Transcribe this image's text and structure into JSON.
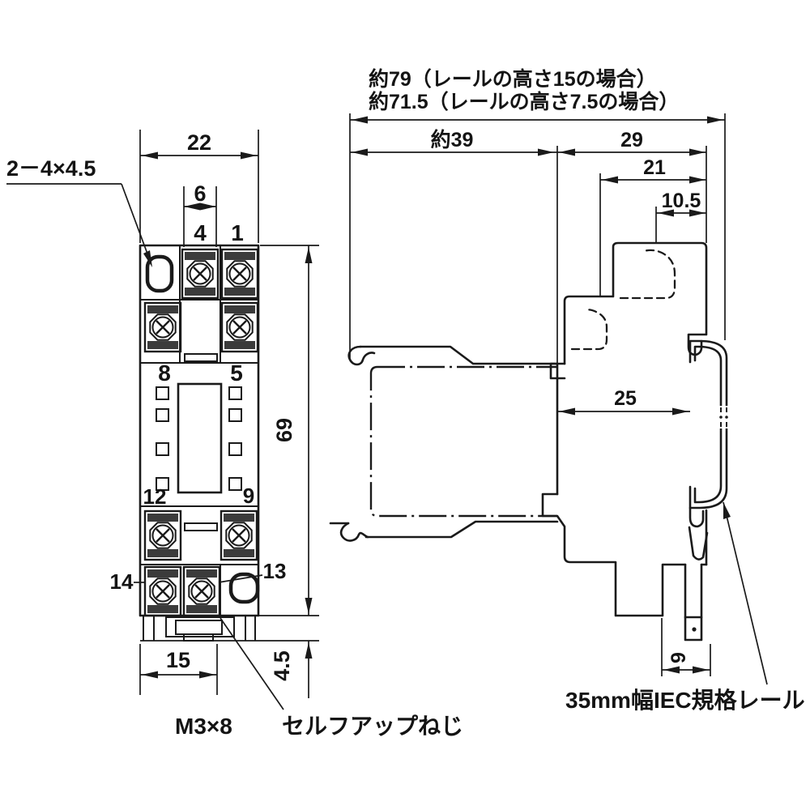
{
  "drawing": {
    "type": "technical-dimension-diagram",
    "colors": {
      "line": "#1a1a1a",
      "background": "#ffffff"
    }
  },
  "front_view": {
    "hole_label": "2－4×4.5",
    "dim_width": "22",
    "dim_slot": "6",
    "dim_height": "69",
    "dim_base_width": "15",
    "dim_base_height": "4.5",
    "terminals": {
      "t4": "4",
      "t1": "1",
      "t8": "8",
      "t5": "5",
      "t12": "12",
      "t9": "9",
      "t14": "14",
      "t13": "13"
    },
    "screw_size": "M3×8",
    "screw_note": "セルフアップねじ"
  },
  "side_view": {
    "note_rail15": "約79（レールの高さ15の場合）",
    "note_rail75": "約71.5（レールの高さ7.5の場合）",
    "dim_body": "約39",
    "dim_socket": "29",
    "dim_21": "21",
    "dim_105": "10.5",
    "dim_25": "25",
    "dim_9": "9",
    "rail_label": "35mm幅IEC規格レール"
  }
}
